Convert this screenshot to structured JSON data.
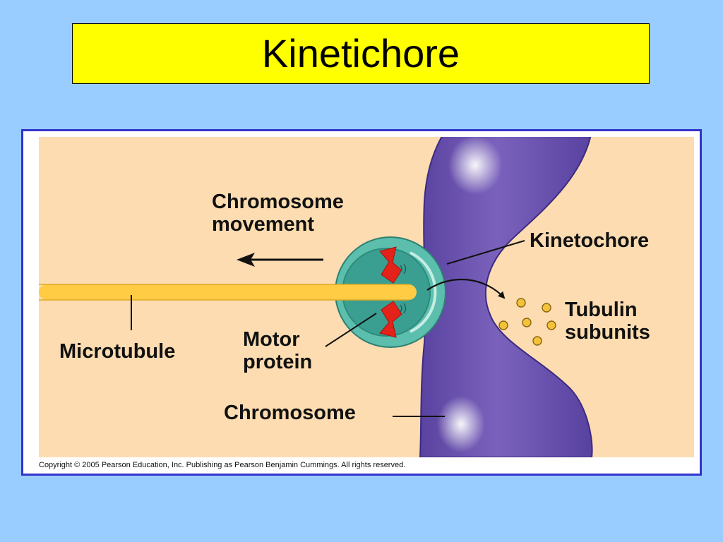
{
  "slide": {
    "title": "Kinetichore"
  },
  "figure": {
    "labels": {
      "chromosome_movement_line1": "Chromosome",
      "chromosome_movement_line2": "movement",
      "kinetochore": "Kinetochore",
      "tubulin_line1": "Tubulin",
      "tubulin_line2": "subunits",
      "microtubule": "Microtubule",
      "motor_line1": "Motor",
      "motor_line2": "protein",
      "chromosome": "Chromosome"
    },
    "copyright": "Copyright © 2005 Pearson Education, Inc. Publishing as Pearson Benjamin Cummings. All rights reserved."
  },
  "colors": {
    "slide_background": "#99ccff",
    "title_background": "#ffff00",
    "frame_border": "#3333cc",
    "figure_background": "#fcdcb0",
    "chromosome": "#6e56b0",
    "kinetochore": "#3fa89a",
    "microtubule": "#ffcc44",
    "motor_protein": "#e32219",
    "tubulin": "#f4c23a"
  }
}
